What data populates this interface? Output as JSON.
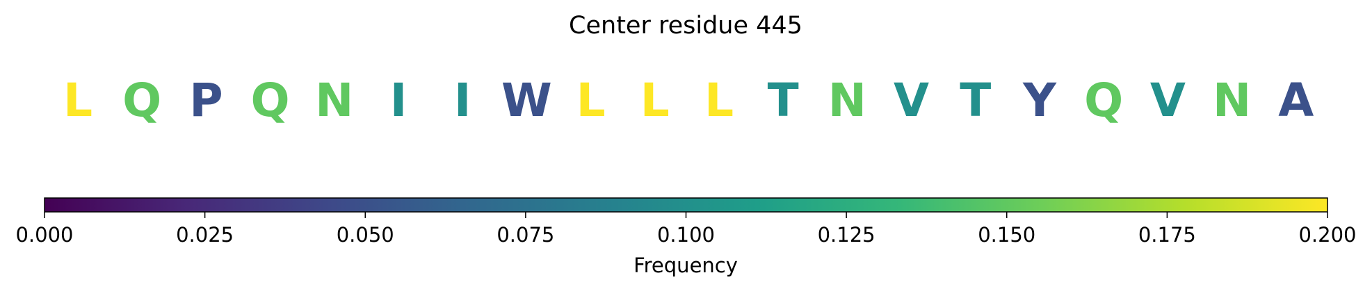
{
  "chart_data": {
    "type": "sequence-frequency",
    "title": "Center residue 445",
    "residues": [
      {
        "letter": "L",
        "frequency": 0.2
      },
      {
        "letter": "Q",
        "frequency": 0.15
      },
      {
        "letter": "P",
        "frequency": 0.05
      },
      {
        "letter": "Q",
        "frequency": 0.15
      },
      {
        "letter": "N",
        "frequency": 0.15
      },
      {
        "letter": "I",
        "frequency": 0.1
      },
      {
        "letter": "I",
        "frequency": 0.1
      },
      {
        "letter": "W",
        "frequency": 0.05
      },
      {
        "letter": "L",
        "frequency": 0.2
      },
      {
        "letter": "L",
        "frequency": 0.2
      },
      {
        "letter": "L",
        "frequency": 0.2
      },
      {
        "letter": "T",
        "frequency": 0.1
      },
      {
        "letter": "N",
        "frequency": 0.15
      },
      {
        "letter": "V",
        "frequency": 0.1
      },
      {
        "letter": "T",
        "frequency": 0.1
      },
      {
        "letter": "Y",
        "frequency": 0.05
      },
      {
        "letter": "Q",
        "frequency": 0.15
      },
      {
        "letter": "V",
        "frequency": 0.1
      },
      {
        "letter": "N",
        "frequency": 0.15
      },
      {
        "letter": "A",
        "frequency": 0.05
      }
    ],
    "colorbar": {
      "label": "Frequency",
      "range": [
        0.0,
        0.2
      ],
      "ticks": [
        "0.000",
        "0.025",
        "0.050",
        "0.075",
        "0.100",
        "0.125",
        "0.150",
        "0.175",
        "0.200"
      ],
      "colormap": "viridis",
      "stops": [
        "#440154",
        "#482878",
        "#3e4989",
        "#31688e",
        "#26828e",
        "#1f9e89",
        "#35b779",
        "#6ece58",
        "#b5de2b",
        "#fde725"
      ]
    }
  }
}
